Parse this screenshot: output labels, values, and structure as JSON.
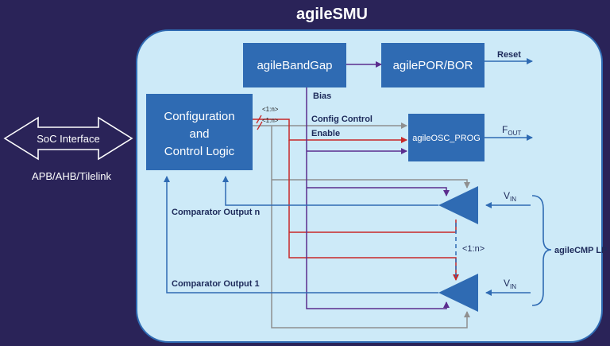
{
  "title": "agileSMU",
  "interface": {
    "label": "SoC Interface",
    "bus_label": "APB/AHB/Tilelink"
  },
  "blocks": {
    "config_logic": [
      "Configuration",
      "and",
      "Control Logic"
    ],
    "bandgap": "agileBandGap",
    "por_bor": "agilePOR/BOR",
    "osc": "agileOSC_PROG"
  },
  "signals": {
    "reset": "Reset",
    "bias": "Bias",
    "config_control": "Config Control",
    "enable": "Enable",
    "bus_width_1": "<1:n>",
    "bus_width_2": "<1:n>",
    "fout_main": "F",
    "fout_sub": "OUT",
    "vin_main": "V",
    "vin_sub": "IN",
    "comp_out_n": "Comparator Output n",
    "comp_out_1": "Comparator Output 1",
    "comp_range": "<1:n>",
    "cmp_group": "agileCMP LP"
  },
  "colors": {
    "background": "#2a2358",
    "container": "#cdeaf8",
    "block": "#2f6bb3",
    "line_blue": "#2f6bb3",
    "line_purple": "#5b2d8e",
    "line_red": "#c82828",
    "line_gray": "#8f8f8f"
  }
}
